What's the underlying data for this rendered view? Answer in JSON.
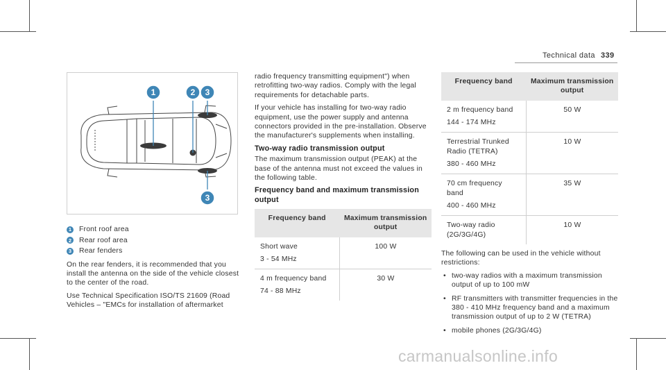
{
  "header": {
    "section": "Technical data",
    "page": "339"
  },
  "figure": {
    "callouts": [
      "1",
      "2",
      "3",
      "3"
    ]
  },
  "legend": [
    {
      "num": "1",
      "text": "Front roof area"
    },
    {
      "num": "2",
      "text": "Rear roof area"
    },
    {
      "num": "3",
      "text": "Rear fenders"
    }
  ],
  "col1": {
    "para1": "On the rear fenders, it is recommended that you install the antenna on the side of the vehicle clos­est to the center of the road.",
    "para2": "Use Technical Specification ISO/TS 21609 (Road Vehicles – \"EMCs for installation of aftermarket"
  },
  "col2": {
    "para1": "radio frequency transmitting equipment\") when retrofitting two-way radios. Comply with the legal requirements for detachable parts.",
    "para2": "If your vehicle has installing for two-way radio equipment, use the power supply and antenna connectors provided in the pre-installation. Observe the manufacturer's supplements when installing.",
    "heading1": "Two-way radio transmission output",
    "para3": "The maximum transmission output (PEAK) at the base of the antenna must not exceed the values in the following table.",
    "heading2": "Frequency band and maximum transmission out­put",
    "table": {
      "col1": "Frequency band",
      "col2": "Maximum transmis­sion output",
      "rows": [
        {
          "band": "Short wave",
          "range": "3 - 54 MHz",
          "power": "100 W"
        },
        {
          "band": "4 m frequency band",
          "range": "74 - 88 MHz",
          "power": "30 W"
        }
      ]
    }
  },
  "col3": {
    "table": {
      "col1": "Frequency band",
      "col2": "Maximum transmis­sion output",
      "rows": [
        {
          "band": "2 m frequency band",
          "range": "144 - 174 MHz",
          "power": "50 W"
        },
        {
          "band": "Terrestrial Trunked Radio (TETRA)",
          "range": "380 - 460 MHz",
          "power": "10 W"
        },
        {
          "band": "70 cm frequency band",
          "range": "400 - 460 MHz",
          "power": "35 W"
        },
        {
          "band": "Two-way radio (2G/3G/4G)",
          "range": "",
          "power": "10 W"
        }
      ]
    },
    "intro": "The following can be used in the vehicle without restrictions:",
    "bullets": [
      "two-way radios with a maximum transmission output of up to 100 mW",
      "RF transmitters with transmitter frequencies in the 380 - 410 MHz frequency band and a maximum transmission output of up to 2 W (TETRA)",
      "mobile phones (2G/3G/4G)"
    ]
  },
  "watermark": "carmanualsonline.info",
  "colors": {
    "callout": "#3f86b6",
    "text": "#333333",
    "table_header_bg": "#e6e6e6"
  }
}
